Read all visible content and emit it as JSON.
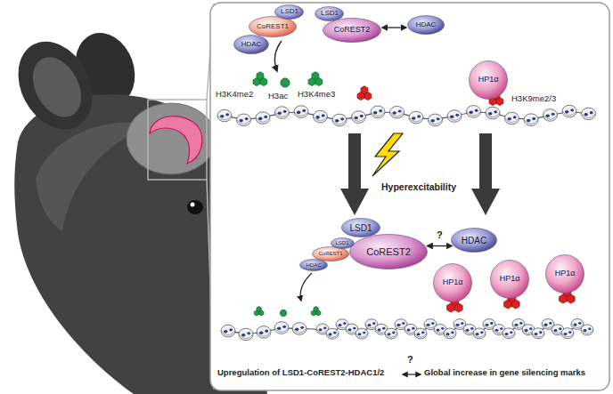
{
  "diagram": {
    "nodes": [
      {
        "text": [
          "HDAC"
        ]
      },
      {
        "text": [
          "CoREST1"
        ]
      },
      {
        "text": [
          "LSD1"
        ]
      },
      {
        "text": [
          "LSD1"
        ]
      },
      {
        "text": [
          "CoREST2"
        ]
      },
      {
        "text": [
          "HDAC"
        ]
      },
      {
        "text": [
          "HP1α"
        ]
      },
      {
        "text": [
          "LSD1"
        ]
      },
      {
        "text": [
          "CoREST2"
        ]
      },
      {
        "text": [
          "HDAC"
        ]
      },
      {
        "text": [
          "HDAC"
        ]
      },
      {
        "text": [
          "CoREST1"
        ]
      },
      {
        "text": [
          "LSD1"
        ]
      },
      {
        "text": [
          "HP1α"
        ]
      },
      {
        "text": [
          "HP1α"
        ]
      },
      {
        "text": [
          "HP1α"
        ]
      }
    ],
    "edges": [
      {
        "from": 4,
        "to": 5,
        "arrow": "both"
      },
      {
        "from": 8,
        "to": 9,
        "label": "?",
        "arrow": "both"
      }
    ],
    "labels": [
      "H3K4me2",
      "H3ac",
      "H3K4me3",
      "H3K9me2/3",
      "Hyperexcitability",
      "?",
      "Upregulation of LSD1-CoREST2-HDAC1/2",
      "Global increase in gene silencing marks"
    ]
  }
}
